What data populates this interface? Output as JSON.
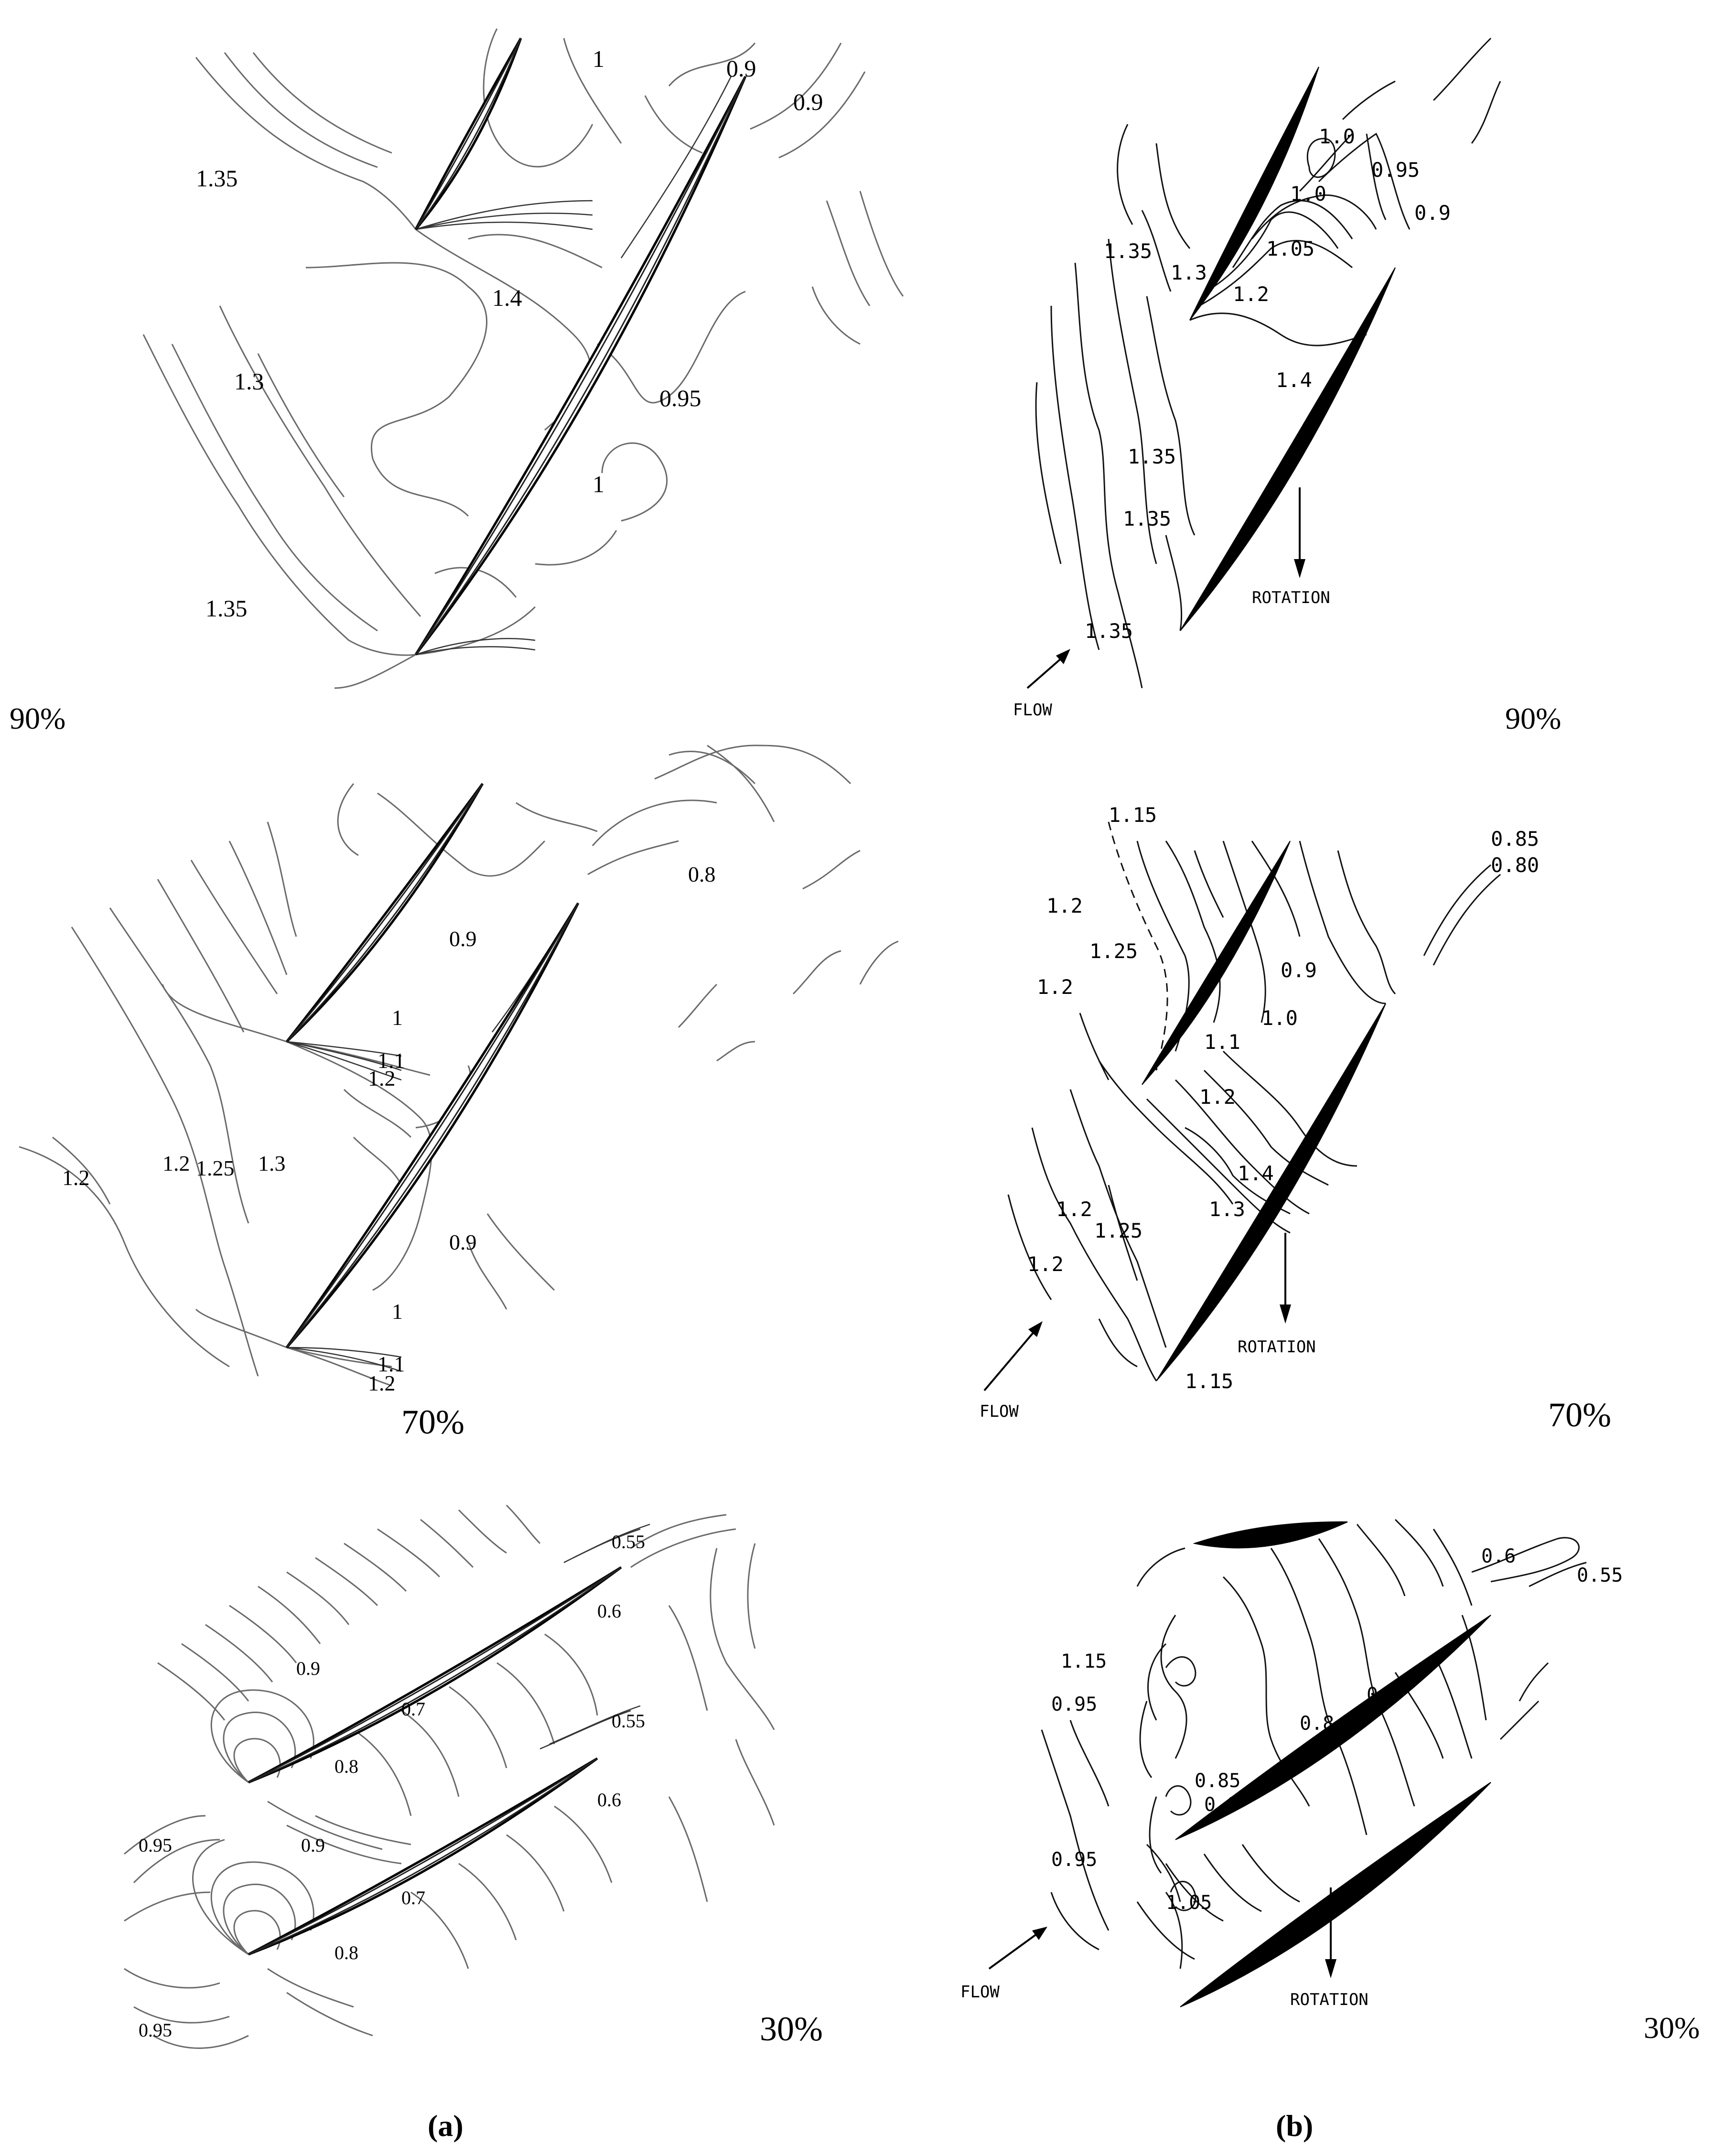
{
  "panels": [
    {
      "id": "a90",
      "style": "cfd",
      "percent_label": "90%",
      "labels": [
        "1",
        "0.9",
        "0.9",
        "1.35",
        "1.4",
        "1.3",
        "0.95",
        "1",
        "1.35"
      ],
      "blades": [
        [
          [
            870,
            480
          ],
          [
            1090,
            80
          ],
          22
        ],
        [
          [
            870,
            1370
          ],
          [
            1560,
            160
          ],
          32
        ]
      ]
    },
    {
      "id": "b90",
      "style": "exp",
      "percent_label": "90%",
      "labels": [
        "1.0",
        "0.95",
        "1.0",
        "0.9",
        "1.35",
        "1.3",
        "1.05",
        "1.2",
        "1.4",
        "1.35",
        "1.35",
        "1.35"
      ],
      "flow_label": "FLOW",
      "rotation_label": "ROTATION",
      "blades": [
        [
          [
            2490,
            670
          ],
          [
            2760,
            140
          ],
          28
        ],
        [
          [
            2470,
            1320
          ],
          [
            2920,
            560
          ],
          32
        ]
      ]
    },
    {
      "id": "a70",
      "style": "cfd",
      "percent_label": "70%",
      "labels": [
        "0.8",
        "0.9",
        "1",
        "1.1",
        "1.2",
        "1.2",
        "1.2",
        "1.25",
        "1.3",
        "0.9",
        "1",
        "1.1",
        "1.2"
      ],
      "blades": [
        [
          [
            600,
            2180
          ],
          [
            1010,
            1640
          ],
          22
        ],
        [
          [
            600,
            2820
          ],
          [
            1210,
            1890
          ],
          28
        ]
      ]
    },
    {
      "id": "b70",
      "style": "exp",
      "percent_label": "70%",
      "labels": [
        "1.15",
        "0.85",
        "0.80",
        "1.2",
        "1.25",
        "1.2",
        "0.9",
        "1.0",
        "1.1",
        "1.2",
        "1.4",
        "1.3",
        "1.2",
        "1.25",
        "1.2",
        "1.15"
      ],
      "flow_label": "FLOW",
      "rotation_label": "ROTATION",
      "blades": [
        [
          [
            2390,
            2270
          ],
          [
            2700,
            1760
          ],
          26
        ],
        [
          [
            2420,
            2890
          ],
          [
            2900,
            2100
          ],
          34
        ]
      ]
    },
    {
      "id": "a30",
      "style": "cfd",
      "percent_label": "30%",
      "labels": [
        "0.55",
        "0.6",
        "0.9",
        "0.7",
        "0.8",
        "0.55",
        "0.95",
        "0.9",
        "0.6",
        "0.7",
        "0.8",
        "0.95"
      ],
      "blades": [
        [
          [
            520,
            3730
          ],
          [
            1300,
            3280
          ],
          22
        ],
        [
          [
            520,
            4090
          ],
          [
            1250,
            3680
          ],
          22
        ]
      ]
    },
    {
      "id": "b30",
      "style": "exp",
      "percent_label": "30%",
      "labels": [
        "0.6",
        "0.55",
        "1.15",
        "0.95",
        "0.7",
        "0.8",
        "0.85",
        "0.9",
        "0.95",
        "1.05"
      ],
      "flow_label": "FLOW",
      "rotation_label": "ROTATION",
      "blades": [
        [
          [
            2500,
            3230
          ],
          [
            2820,
            3185
          ],
          40
        ],
        [
          [
            2460,
            3850
          ],
          [
            3120,
            3380
          ],
          46
        ],
        [
          [
            2470,
            4200
          ],
          [
            3120,
            3730
          ],
          46
        ]
      ]
    }
  ],
  "captions": {
    "a": "(a)",
    "b": "(b)"
  }
}
